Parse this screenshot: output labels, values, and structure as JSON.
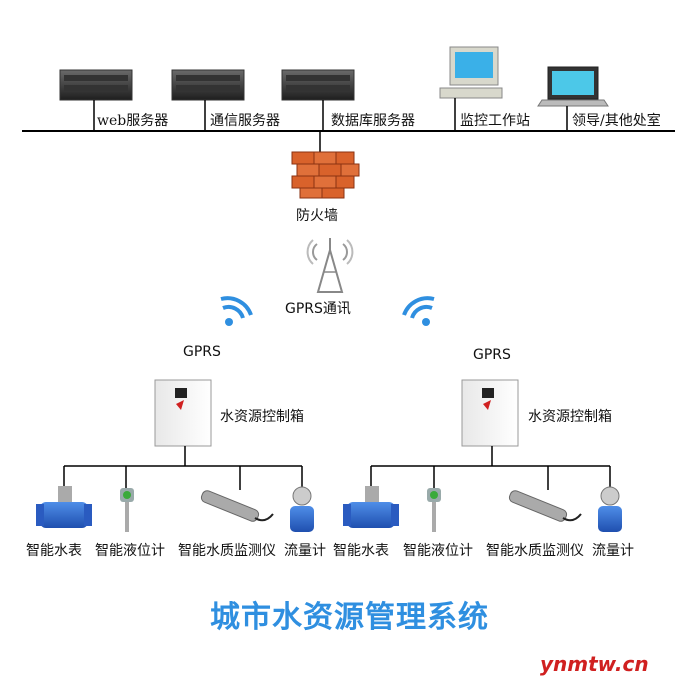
{
  "network": {
    "nodes": [
      {
        "label": "web服务器",
        "icon": "server-icon"
      },
      {
        "label": "通信服务器",
        "icon": "server-icon"
      },
      {
        "label": "数据库服务器",
        "icon": "server-icon"
      },
      {
        "label": "监控工作站",
        "icon": "desktop-computer-icon"
      },
      {
        "label": "领导/其他处室",
        "icon": "laptop-icon"
      }
    ],
    "firewall": {
      "label": "防火墙",
      "icon": "brick-wall-icon"
    },
    "gprs_tower": {
      "label": "GPRS通讯",
      "icon": "antenna-tower-icon"
    }
  },
  "stations": [
    {
      "gprs_label": "GPRS",
      "box_label": "水资源控制箱",
      "devices": [
        {
          "label": "智能水表",
          "icon": "water-meter-icon"
        },
        {
          "label": "智能液位计",
          "icon": "level-gauge-icon"
        },
        {
          "label": "智能水质监测仪",
          "icon": "water-quality-probe-icon"
        },
        {
          "label": "流量计",
          "icon": "flow-meter-icon"
        }
      ]
    },
    {
      "gprs_label": "GPRS",
      "box_label": "水资源控制箱",
      "devices": [
        {
          "label": "智能水表",
          "icon": "water-meter-icon"
        },
        {
          "label": "智能液位计",
          "icon": "level-gauge-icon"
        },
        {
          "label": "智能水质监测仪",
          "icon": "water-quality-probe-icon"
        },
        {
          "label": "流量计",
          "icon": "flow-meter-icon"
        }
      ]
    }
  ],
  "title": "城市水资源管理系统",
  "watermark": "ynmtw.cn",
  "colors": {
    "title": "#2f8fe0",
    "wifi": "#2f8fe0",
    "watermark": "#d02020",
    "firewall": "#d9622b",
    "line": "#000000"
  }
}
